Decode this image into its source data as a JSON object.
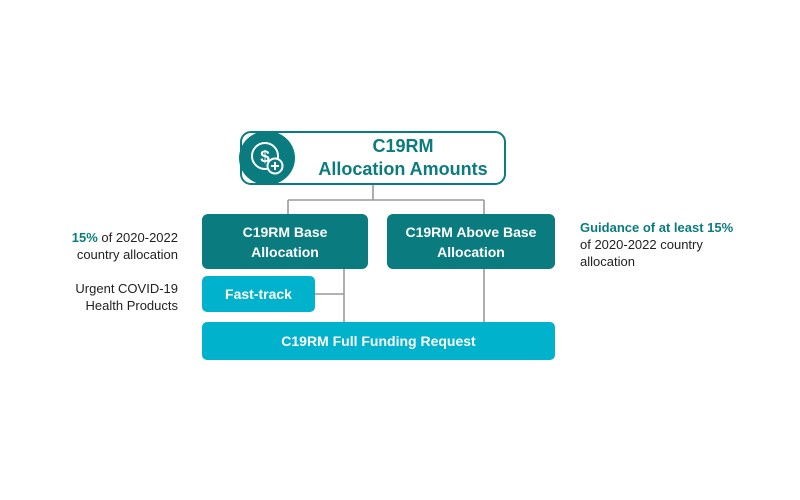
{
  "title": {
    "line1": "C19RM",
    "line2": "Allocation Amounts"
  },
  "icon": {
    "name": "dollar-plus-icon",
    "color": "#0a7b7f"
  },
  "base_allocation": {
    "line1": "C19RM Base",
    "line2": "Allocation"
  },
  "above_base_allocation": {
    "line1": "C19RM Above Base",
    "line2": "Allocation"
  },
  "fast_track": {
    "label": "Fast-track"
  },
  "full_funding_request": {
    "label": "C19RM Full Funding Request"
  },
  "notes": {
    "base": {
      "highlight": "15%",
      "rest_line1": " of 2020-2022",
      "line2": "country allocation"
    },
    "above": {
      "highlight": "Guidance of at least 15%",
      "line2": "of 2020-2022 country",
      "line3": "allocation"
    },
    "fast_track": {
      "line1": "Urgent COVID-19",
      "line2": "Health Products"
    }
  },
  "colors": {
    "dark_teal": "#0a7b7f",
    "light_teal": "#00b2cc",
    "connector": "#999999"
  }
}
